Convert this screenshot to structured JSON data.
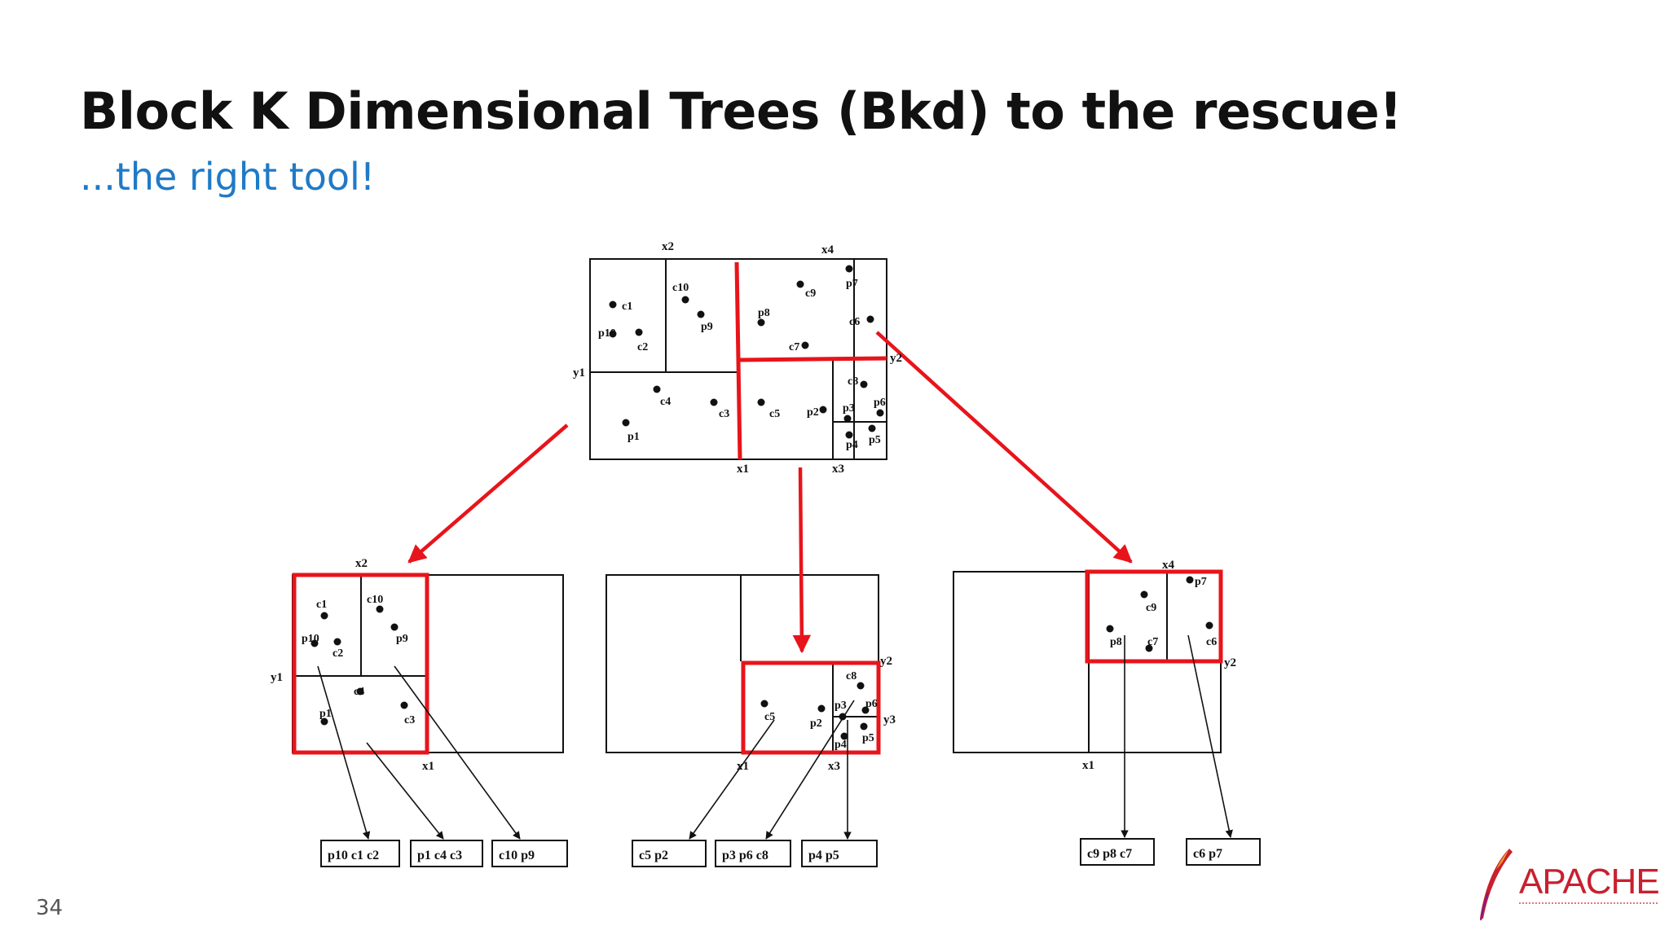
{
  "slide": {
    "title": "Block K Dimensional Trees (Bkd) to the rescue!",
    "subtitle": "...the right tool!",
    "page_number": "34"
  },
  "logo": {
    "text": "APACHE",
    "icon": "apache-feather-icon"
  },
  "colors": {
    "title": "#111111",
    "subtitle": "#1f7ac7",
    "highlight": "#e8141b",
    "logo": "#c8202f"
  },
  "diagram": {
    "top_labels": [
      "x2",
      "x4",
      "y1",
      "y2",
      "x1",
      "x3"
    ],
    "top_points": [
      "c1",
      "p10",
      "c2",
      "c10",
      "p9",
      "p8",
      "c9",
      "c7",
      "p7",
      "c6",
      "c4",
      "c3",
      "p1",
      "c5",
      "p2",
      "c8",
      "p3",
      "p6",
      "p4",
      "p5"
    ],
    "left_labels": [
      "x2",
      "y1",
      "x1"
    ],
    "left_points": [
      "c1",
      "c10",
      "p10",
      "c2",
      "p9",
      "c4",
      "p1",
      "c3"
    ],
    "middle_labels": [
      "y2",
      "x1",
      "x3",
      "y3"
    ],
    "middle_points": [
      "c8",
      "c5",
      "p2",
      "p3",
      "p6",
      "p4",
      "p5"
    ],
    "right_labels": [
      "x4",
      "y2",
      "x1"
    ],
    "right_points": [
      "p7",
      "c9",
      "p8",
      "c7",
      "c6"
    ],
    "leaves": [
      "p10 c1 c2",
      "p1 c4 c3",
      "c10 p9",
      "c5 p2",
      "p3 p6 c8",
      "p4 p5",
      "c9 p8 c7",
      "c6 p7"
    ]
  }
}
